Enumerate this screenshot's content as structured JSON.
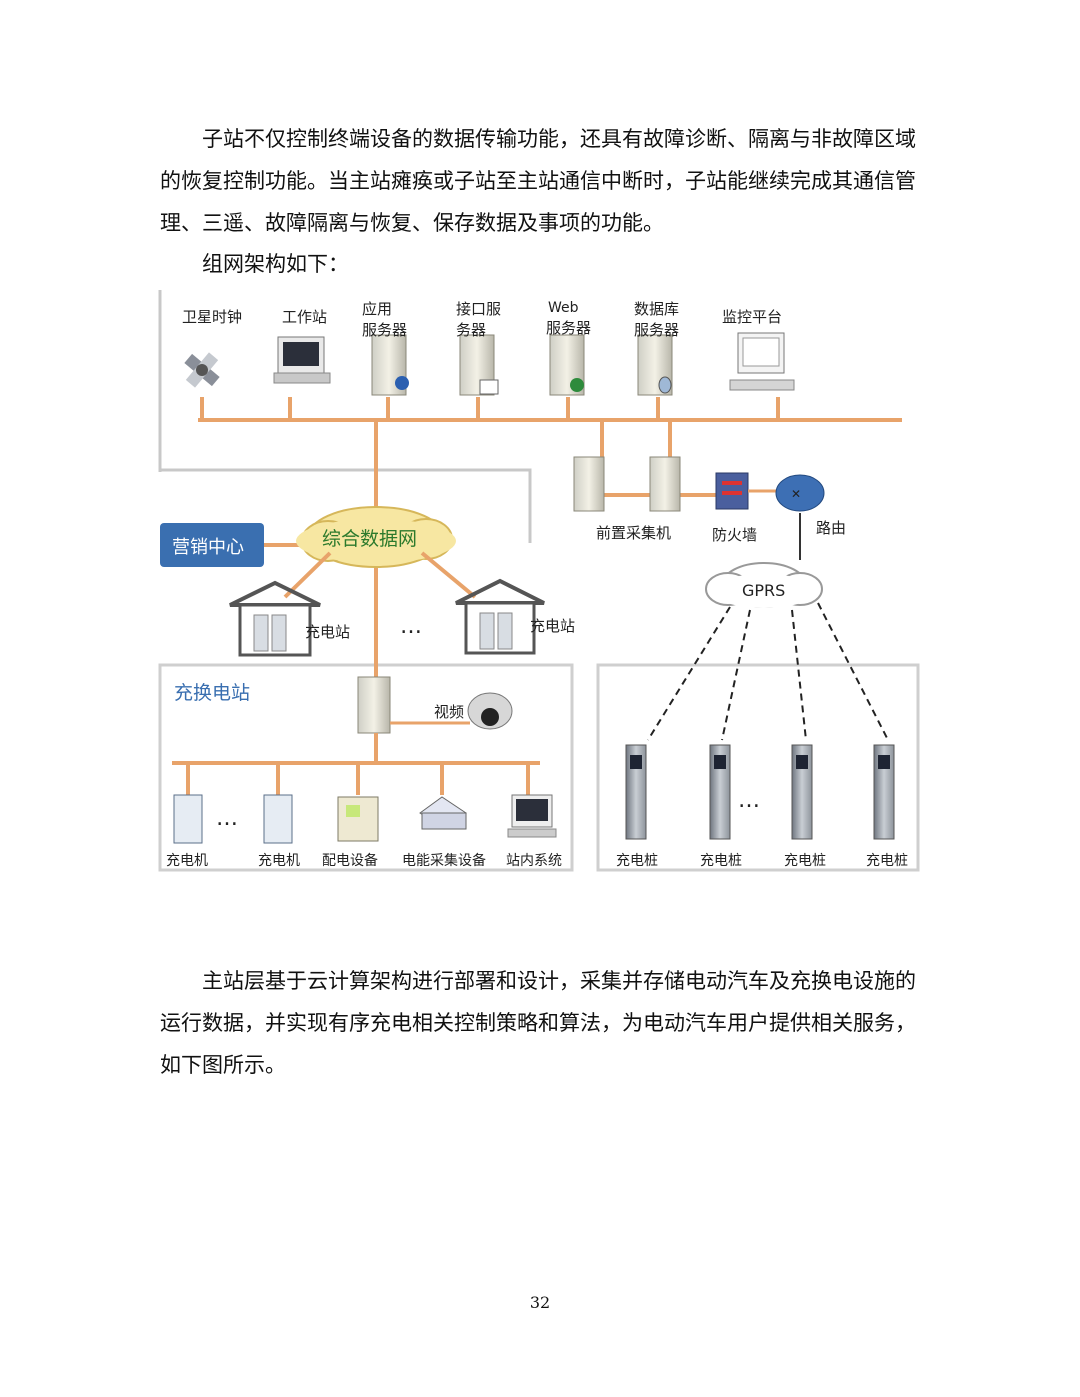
{
  "paragraphs": {
    "p1": "子站不仅控制终端设备的数据传输功能，还具有故障诊断、隔离与非故障区域的恢复控制功能。当主站瘫痪或子站至主站通信中断时，子站能继续完成其通信管理、三遥、故障隔离与恢复、保存数据及事项的功能。",
    "p2": "组网架构如下：",
    "p3": "主站层基于云计算架构进行部署和设计，采集并存储电动汽车及充换电设施的运行数据，并实现有序充电相关控制策略和算法，为电动汽车用户提供相关服务，如下图所示。"
  },
  "diagram": {
    "top_row": {
      "satellite_clock": "卫星时钟",
      "workstation": "工作站",
      "app_server_1": "应用",
      "app_server_2": "服务器",
      "interface_server_1": "接口服",
      "interface_server_2": "务器",
      "web_server_1": "Web",
      "web_server_2": "服务器",
      "db_server_1": "数据库",
      "db_server_2": "服务器",
      "monitor_platform": "监控平台"
    },
    "front_collector": "前置采集机",
    "firewall": "防火墙",
    "router": "路由",
    "gprs": "GPRS",
    "marketing_center": "营销中心",
    "data_network": "综合数据网",
    "charging_station_left": "充电站",
    "charging_station_right": "充电站",
    "ellipsis": "…",
    "swap_station_title": "充换电站",
    "video": "视频",
    "bottom_left": {
      "charger_1": "充电机",
      "charger_2": "充电机",
      "power_dist": "配电设备",
      "energy_collect": "电能采集设备",
      "station_system": "站内系统"
    },
    "piles": [
      "充电桩",
      "充电桩",
      "充电桩",
      "充电桩"
    ]
  },
  "colors": {
    "bus": "#e8a36a",
    "marketing_bg": "#3a6fb0",
    "cloud": "#f7e7a2"
  },
  "page_number": "32"
}
